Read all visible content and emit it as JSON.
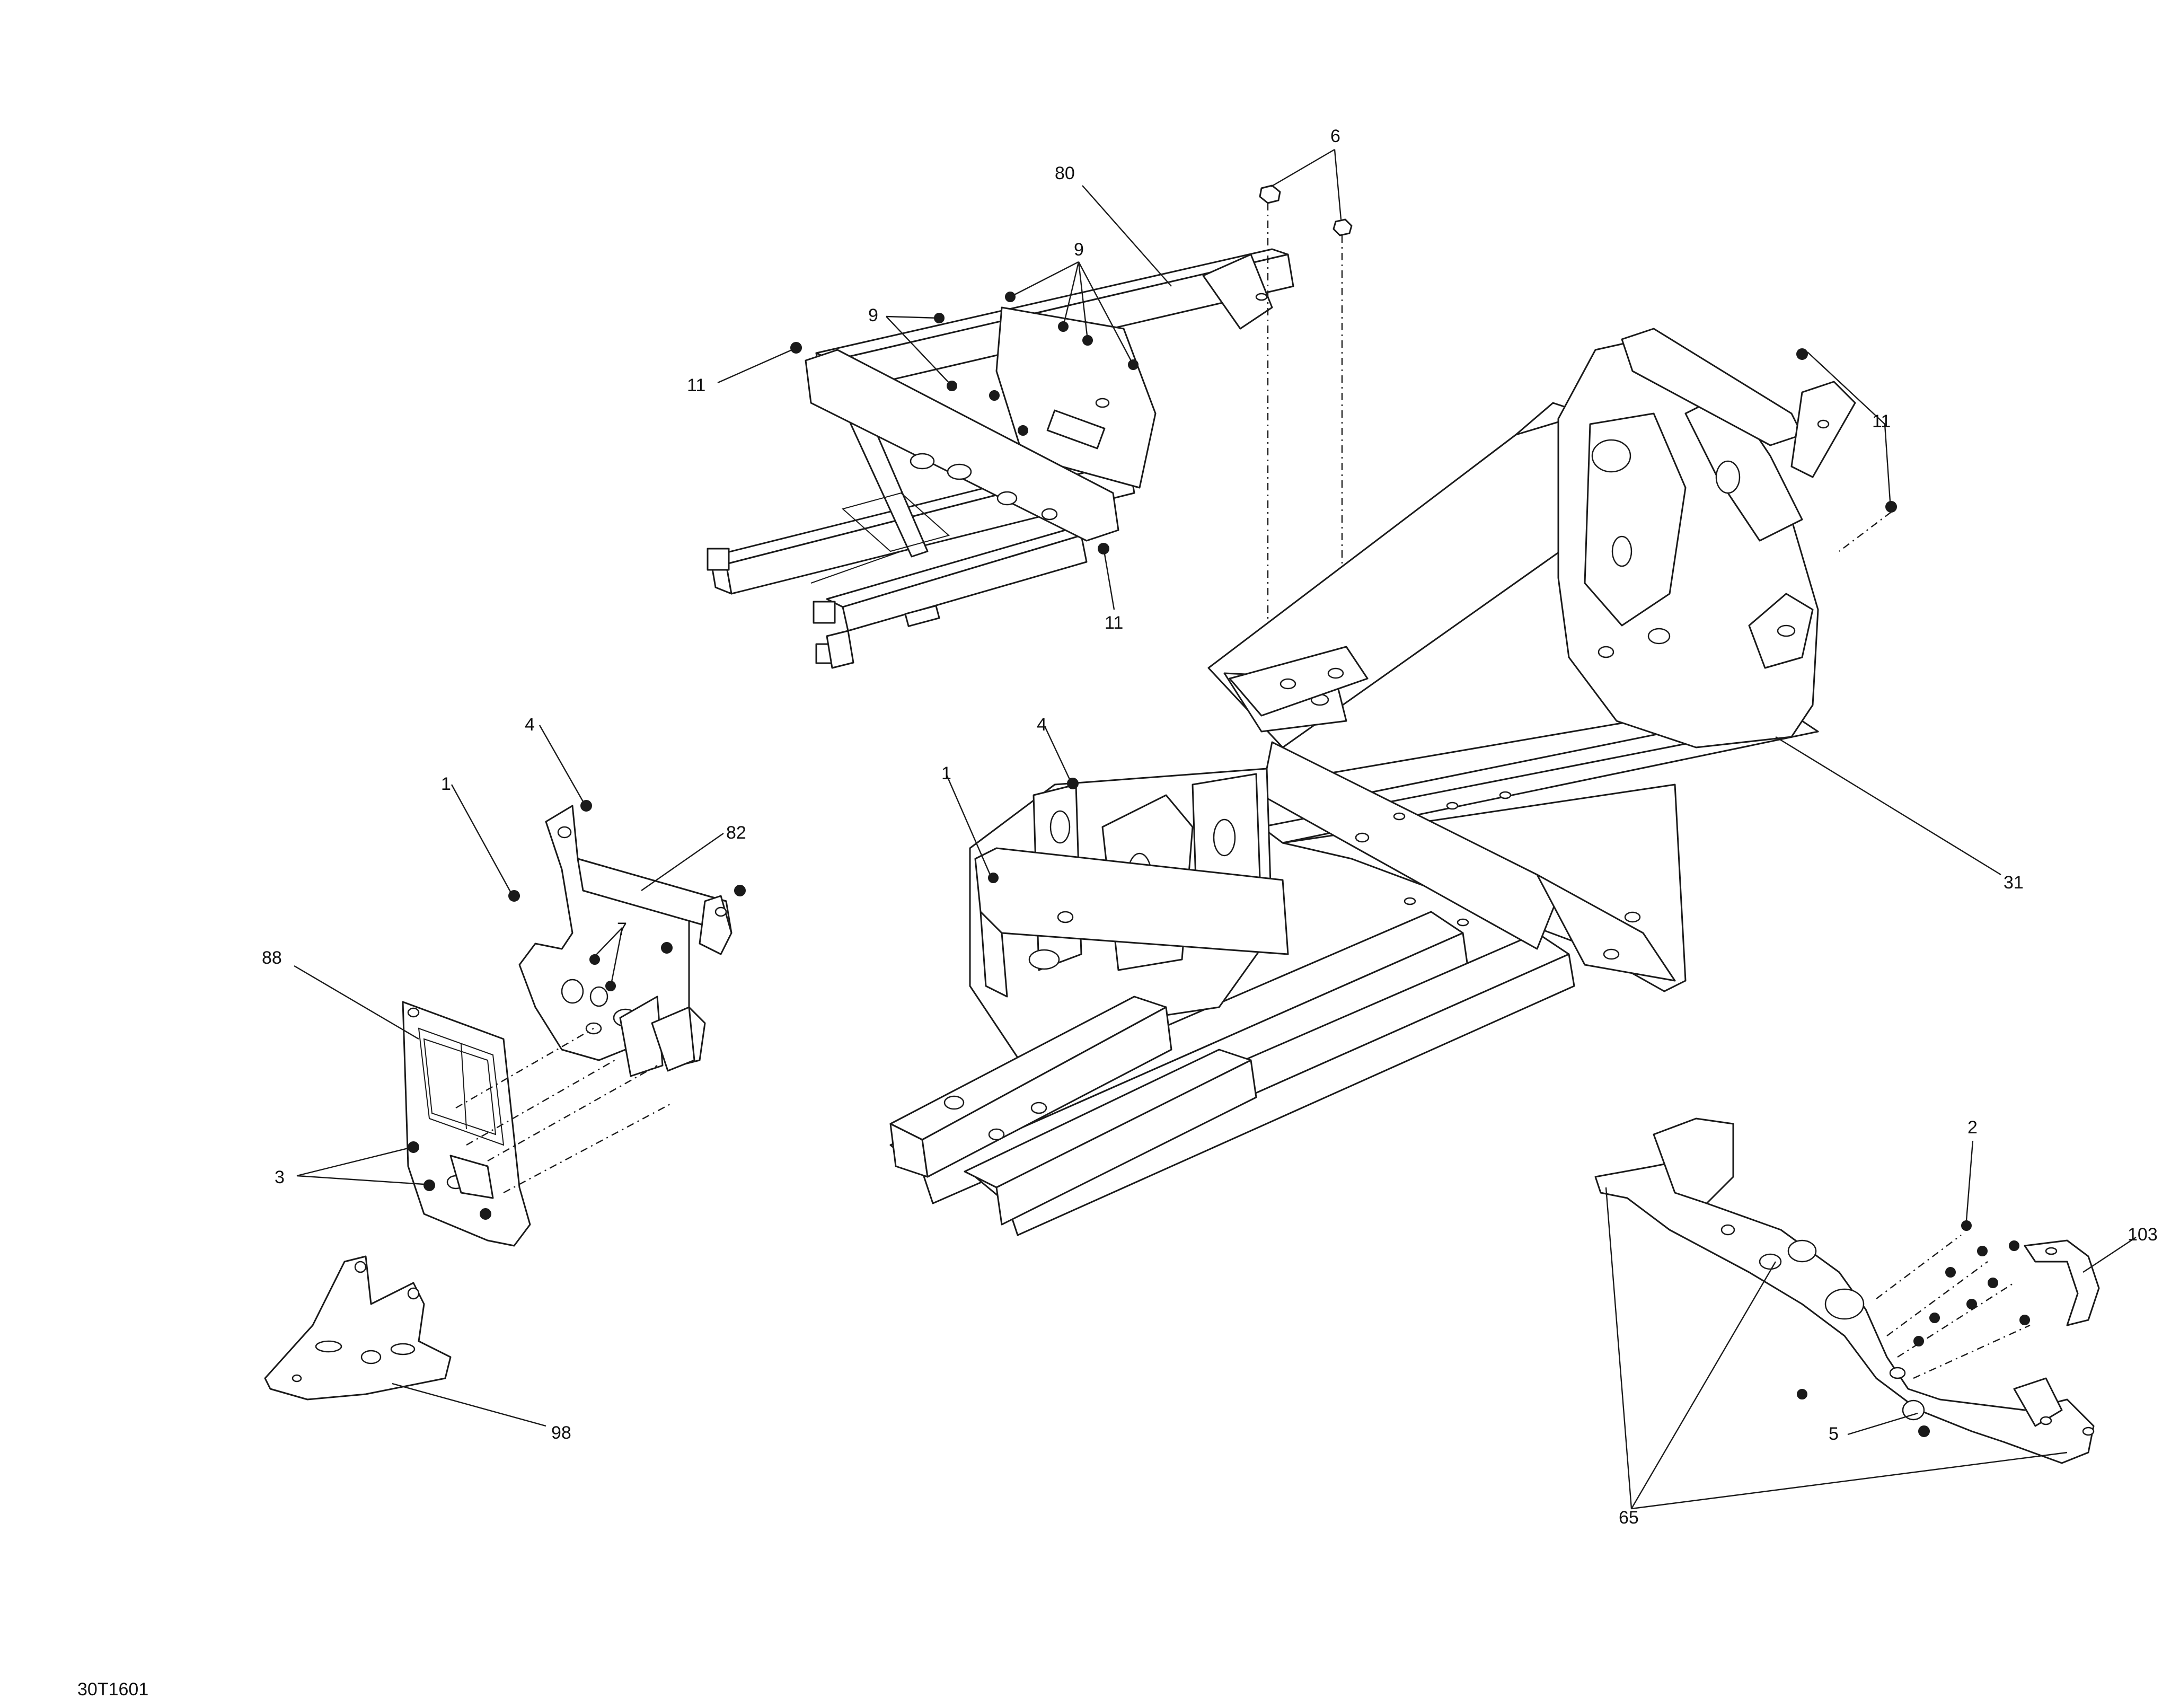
{
  "figure": {
    "code": "30T1601"
  },
  "callouts": {
    "c1_left": "1",
    "c1_right": "1",
    "c2": "2",
    "c3": "3",
    "c4_left": "4",
    "c4_right": "4",
    "c5": "5",
    "c6": "6",
    "c7": "7",
    "c9_top": "9",
    "c9_left": "9",
    "c11_left": "11",
    "c11_bottom": "11",
    "c11_right": "11",
    "c31": "31",
    "c65": "65",
    "c80": "80",
    "c82": "82",
    "c88": "88",
    "c98": "98",
    "c103": "103"
  },
  "colors": {
    "line": "#1a1a1a",
    "background": "#ffffff"
  }
}
